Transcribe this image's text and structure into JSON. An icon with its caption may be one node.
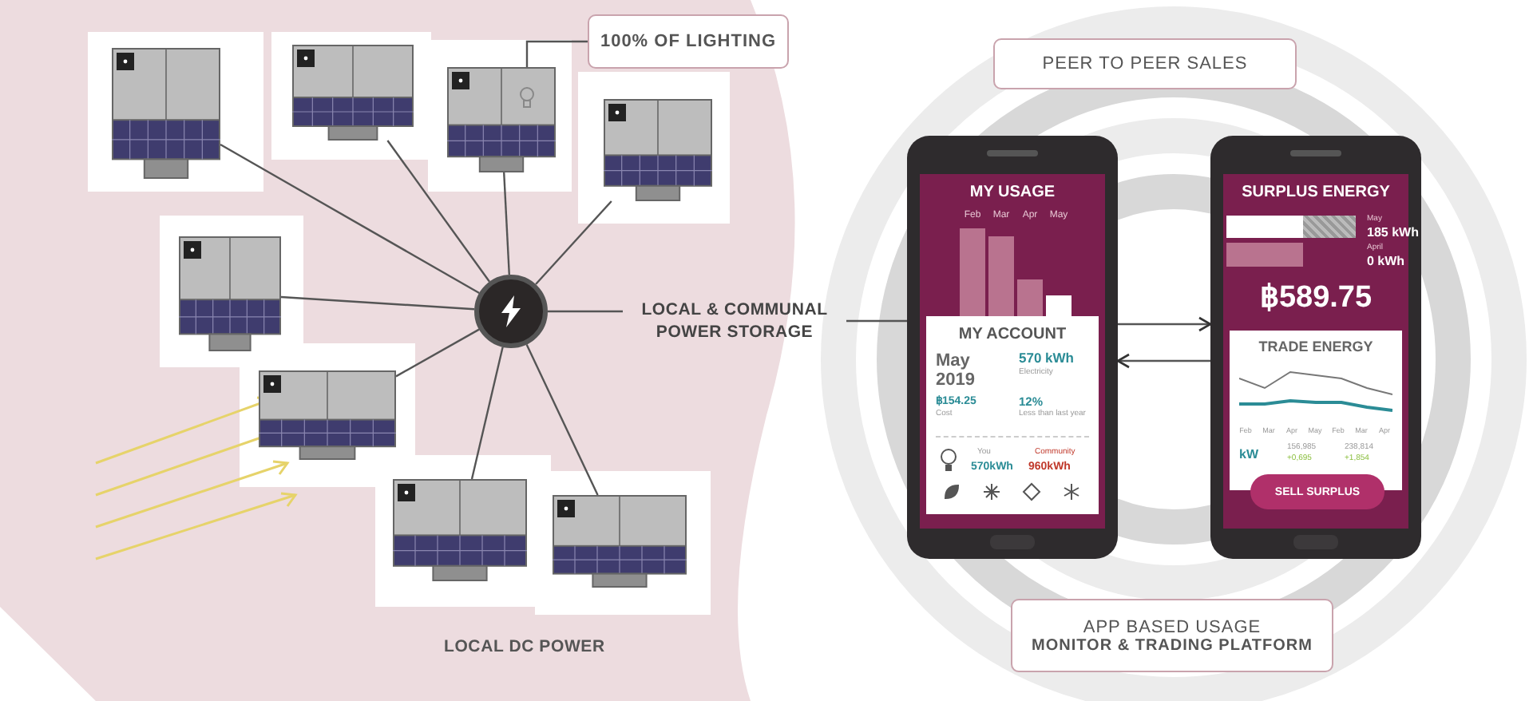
{
  "diagram": {
    "nodes": [
      {
        "text": [
          "100% OF LIGHTING"
        ]
      },
      {
        "text": [
          "PEER TO PEER SALES"
        ]
      },
      {
        "text": [],
        "shape": "picture"
      },
      {
        "text": [],
        "shape": "picture"
      },
      {
        "text": [],
        "shape": "picture"
      },
      {
        "text": [],
        "shape": "picture"
      },
      {
        "text": [],
        "shape": "picture"
      },
      {
        "text": [],
        "shape": "picture"
      },
      {
        "text": [],
        "shape": "picture"
      },
      {
        "text": [],
        "shape": "picture"
      },
      {
        "text": [],
        "shape": "circle"
      },
      {
        "text": [
          "LOCAL & COMMUNAL POWER STORAGE"
        ]
      },
      {
        "text": [
          "MY USAGE",
          "Feb",
          "Mar",
          "Apr",
          "May"
        ]
      },
      {
        "text": [
          "MY ACCOUNT",
          "May 2019",
          "570 kWh",
          "Electricity",
          "฿154.25",
          "Cost",
          "12%",
          "Less than last year",
          "You",
          "570kWh",
          "Community",
          "960kWh"
        ],
        "in": 12
      },
      {
        "text": [
          "SURPLUS ENERGY",
          "May",
          "185 kWh",
          "April",
          "0 kWh",
          "฿589.75",
          "SELL SURPLUS"
        ]
      },
      {
        "text": [
          "TRADE ENERGY",
          "Feb",
          "Mar",
          "Apr",
          "May",
          "Feb",
          "Mar",
          "Apr",
          "kW",
          "156,985",
          "+0,695",
          "238,814",
          "+1,854"
        ],
        "in": 14
      },
      {
        "text": [
          "APP BASED USAGE",
          "MONITOR & TRADING PLATFORM"
        ]
      }
    ],
    "edges": [
      {
        "from": 0,
        "to": 4,
        "arrow": "none"
      },
      {
        "from": 2,
        "to": 10,
        "arrow": "none"
      },
      {
        "from": 3,
        "to": 10,
        "arrow": "none"
      },
      {
        "from": 4,
        "to": 10,
        "arrow": "none"
      },
      {
        "from": 5,
        "to": 10,
        "arrow": "none"
      },
      {
        "from": 6,
        "to": 10,
        "arrow": "none"
      },
      {
        "from": 7,
        "to": 10,
        "arrow": "none"
      },
      {
        "from": 8,
        "to": 10,
        "arrow": "none"
      },
      {
        "from": 9,
        "to": 10,
        "arrow": "none"
      },
      {
        "from": 10,
        "to": 11,
        "arrow": "none"
      },
      {
        "from": 11,
        "to": 12,
        "arrow": "none"
      },
      {
        "from": 12,
        "to": 14,
        "arrow": "to"
      },
      {
        "from": 14,
        "to": 12,
        "arrow": "to"
      }
    ],
    "labels": [
      "LOCAL DC POWER"
    ]
  }
}
